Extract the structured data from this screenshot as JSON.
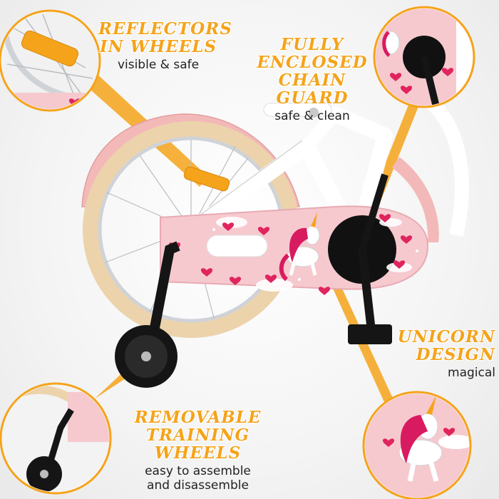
{
  "features": {
    "reflectors": {
      "title_line1": "Reflectors",
      "title_line2": "in Wheels",
      "description": "visible & safe"
    },
    "chain_guard": {
      "title_line1": "Fully Enclosed",
      "title_line2": "Chain Guard",
      "description": "safe & clean"
    },
    "unicorn": {
      "title_line1": "Unicorn",
      "title_line2": "Design",
      "description": "magical"
    },
    "training_wheels": {
      "title_line1": "Removable",
      "title_line2": "Training Wheels",
      "description_line1": "easy to assemble",
      "description_line2": "and disassemble"
    }
  },
  "colors": {
    "accent_orange": "#f5a31a",
    "frame_white": "#ffffff",
    "fender_pink": "#f3b9b9",
    "chainguard_pink": "#f6c9cf",
    "tire_cream": "#ecd3ab",
    "heart_pink": "#e0245e",
    "black": "#151515"
  },
  "icons": [
    "heart-icon",
    "unicorn-icon",
    "reflector-icon",
    "sparkle-icon"
  ]
}
